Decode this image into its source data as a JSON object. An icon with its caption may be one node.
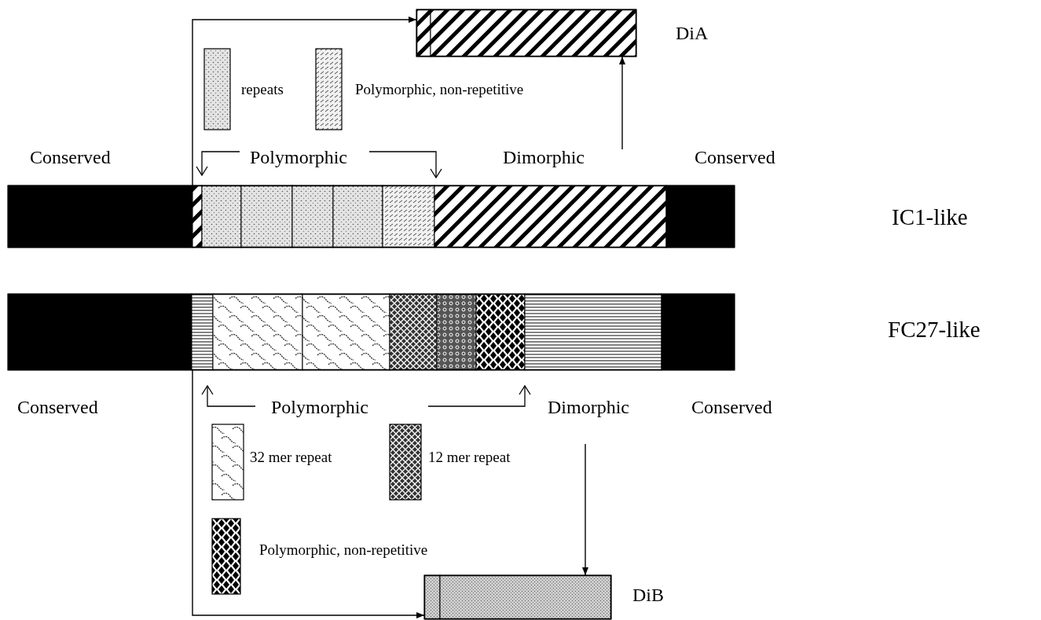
{
  "diagram": {
    "nodes": [
      {
        "text": [],
        "shape": "bar",
        "beside": [
          "DiA"
        ]
      },
      {
        "text": [],
        "shape": "bar"
      },
      {
        "text": [],
        "shape": "bar"
      },
      {
        "text": [],
        "shape": "bar",
        "beside": [
          "DiB"
        ]
      }
    ],
    "edges": [
      {
        "from": 1,
        "to": 0,
        "arrow": "to"
      },
      {
        "from": null,
        "to": 0,
        "arrow": "to"
      },
      {
        "from": 2,
        "to": 3,
        "arrow": "to"
      },
      {
        "from": null,
        "to": 3,
        "arrow": "to"
      }
    ],
    "labels": [
      "Conserved",
      "Polymorphic",
      "Dimorphic",
      "Conserved",
      "IC1-like",
      "FC27-like",
      "Conserved",
      "Polymorphic",
      "Dimorphic",
      "Conserved"
    ],
    "legend": [
      {
        "text": "repeats"
      },
      {
        "text": "Polymorphic, non-repetitive"
      },
      {
        "text": "32 mer repeat"
      },
      {
        "text": "12 mer repeat"
      },
      {
        "text": "Polymorphic, non-repetitive"
      }
    ]
  }
}
